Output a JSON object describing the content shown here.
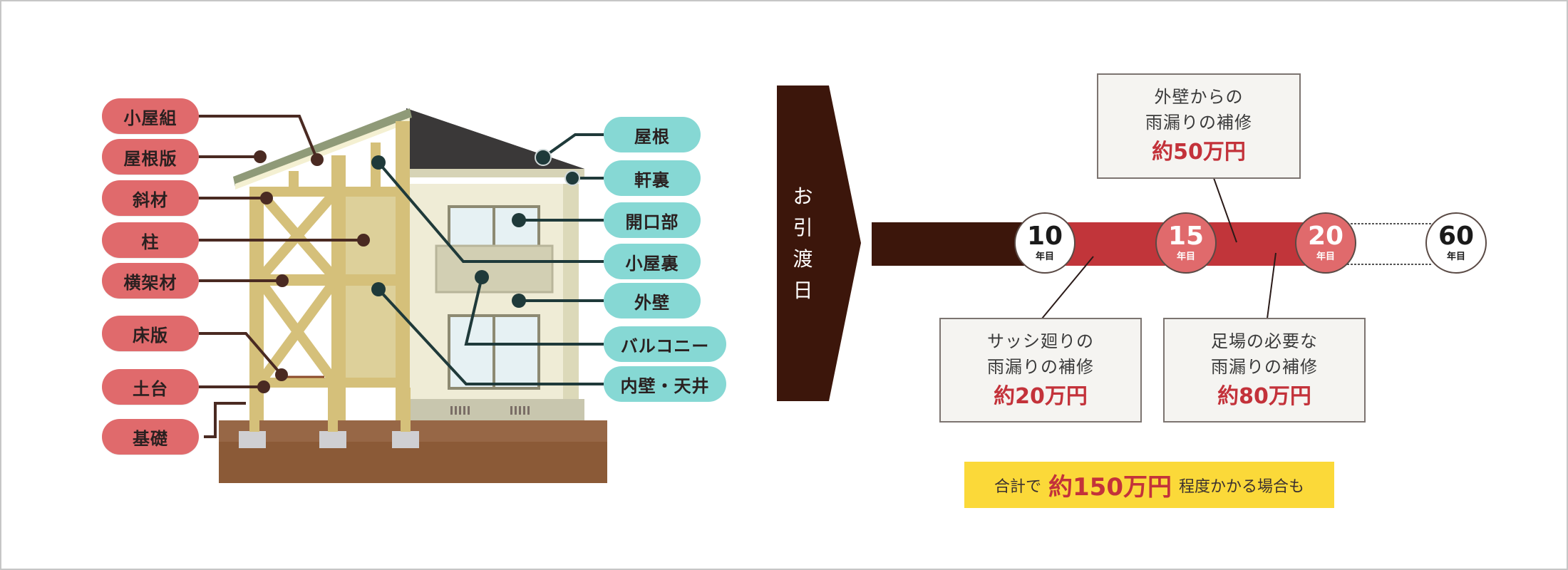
{
  "house_diagram": {
    "structure_labels": [
      {
        "id": "koyagumi",
        "label": "小屋組"
      },
      {
        "id": "yanelita",
        "label": "屋根版"
      },
      {
        "id": "shazai",
        "label": "斜材"
      },
      {
        "id": "hashira",
        "label": "柱"
      },
      {
        "id": "yokokazai",
        "label": "横架材"
      },
      {
        "id": "yukaita",
        "label": "床版"
      },
      {
        "id": "dodai",
        "label": "土台"
      },
      {
        "id": "kiso",
        "label": "基礎"
      }
    ],
    "finish_labels": [
      {
        "id": "yane",
        "label": "屋根"
      },
      {
        "id": "nokiura",
        "label": "軒裏"
      },
      {
        "id": "kaikoubu",
        "label": "開口部"
      },
      {
        "id": "koyaura",
        "label": "小屋裏"
      },
      {
        "id": "gaiheki",
        "label": "外壁"
      },
      {
        "id": "balcony",
        "label": "バルコニー"
      },
      {
        "id": "naiheki",
        "label": "内壁・天井"
      }
    ],
    "colors": {
      "structure_pill": "#e06a6c",
      "finish_pill": "#86d8d4",
      "structure_line": "#4a2a22",
      "finish_line": "#1f3a3a"
    }
  },
  "timeline": {
    "start_label_chars": [
      "お",
      "引",
      "渡",
      "日"
    ],
    "milestones": [
      {
        "num": "10",
        "unit": "年目",
        "style": "white"
      },
      {
        "num": "15",
        "unit": "年目",
        "style": "pink"
      },
      {
        "num": "20",
        "unit": "年目",
        "style": "pink"
      },
      {
        "num": "60",
        "unit": "年目",
        "style": "white"
      }
    ],
    "callouts": [
      {
        "id": "sash",
        "line1": "サッシ廻りの",
        "line2": "雨漏りの補修",
        "price": "約20万円"
      },
      {
        "id": "exterior",
        "line1": "外壁からの",
        "line2": "雨漏りの補修",
        "price": "約50万円"
      },
      {
        "id": "scaffold",
        "line1": "足場の必要な",
        "line2": "雨漏りの補修",
        "price": "約80万円"
      }
    ],
    "total": {
      "pre": "合計で",
      "amount": "約150万円",
      "post": "程度かかる場合も"
    },
    "colors": {
      "start_bar": "#3c160b",
      "active_bar": "#c1353a",
      "milestone_pink": "#e06a6c",
      "total_bg": "#fbd939",
      "price_text": "#c3323a"
    }
  }
}
